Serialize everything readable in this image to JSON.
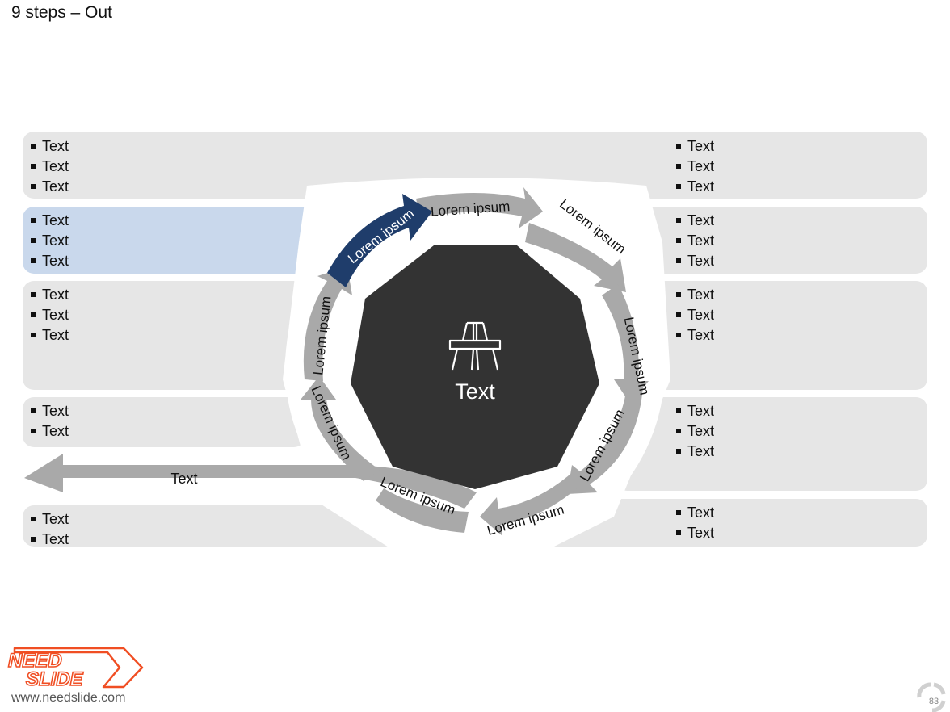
{
  "title": "9 steps – Out",
  "center_label": "Text",
  "out_arrow_label": "Text",
  "step_label": "Lorem ipsum",
  "left_panels": [
    {
      "items": [
        "Text",
        "Text",
        "Text"
      ]
    },
    {
      "items": [
        "Text",
        "Text",
        "Text"
      ]
    },
    {
      "items": [
        "Text",
        "Text",
        "Text"
      ]
    },
    {
      "items": [
        "Text",
        "Text"
      ]
    },
    {
      "items": [
        "Text",
        "Text"
      ]
    }
  ],
  "right_panels": [
    {
      "items": [
        "Text",
        "Text",
        "Text"
      ]
    },
    {
      "items": [
        "Text",
        "Text",
        "Text"
      ]
    },
    {
      "items": [
        "Text",
        "Text",
        "Text"
      ]
    },
    {
      "items": [
        "Text",
        "Text",
        "Text"
      ]
    },
    {
      "items": [
        "Text",
        "Text"
      ]
    }
  ],
  "logo": {
    "line1": "NEED",
    "line2": "SLIDE"
  },
  "website": "www.needslide.com",
  "page_number": "83",
  "colors": {
    "panel": "#e6e6e6",
    "panel_highlight": "#c9d8ec",
    "arrow": "#a9a9a9",
    "arrow_active": "#1f3d6b",
    "center": "#333333",
    "logo_orange": "#f04e23"
  },
  "icons": {
    "center": "highway-road-icon",
    "page": "cycle-arrows-icon"
  }
}
